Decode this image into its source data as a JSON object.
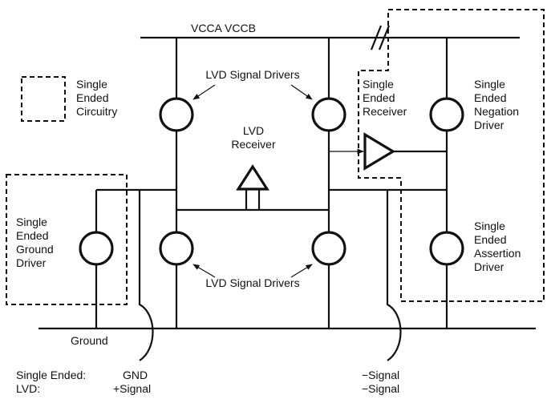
{
  "labels": {
    "vcc": "VCCA  VCCB",
    "lvd_drivers_top": "LVD Signal Drivers",
    "lvd_drivers_bottom": "LVD Signal Drivers",
    "lvd_receiver": [
      "LVD",
      "Receiver"
    ],
    "legend": [
      "Single",
      "Ended",
      "Circuitry"
    ],
    "se_receiver": [
      "Single",
      "Ended",
      "Receiver"
    ],
    "se_negation": [
      "Single",
      "Ended",
      "Negation",
      "Driver"
    ],
    "se_assertion": [
      "Single",
      "Ended",
      "Assertion",
      "Driver"
    ],
    "se_ground": [
      "Single",
      "Ended",
      "Ground",
      "Driver"
    ],
    "ground": "Ground",
    "footer_left_1": "Single Ended:",
    "footer_left_2": "LVD:",
    "footer_mid_1": "GND",
    "footer_mid_2": "+Signal",
    "footer_right_1": "−Signal",
    "footer_right_2": "−Signal"
  }
}
